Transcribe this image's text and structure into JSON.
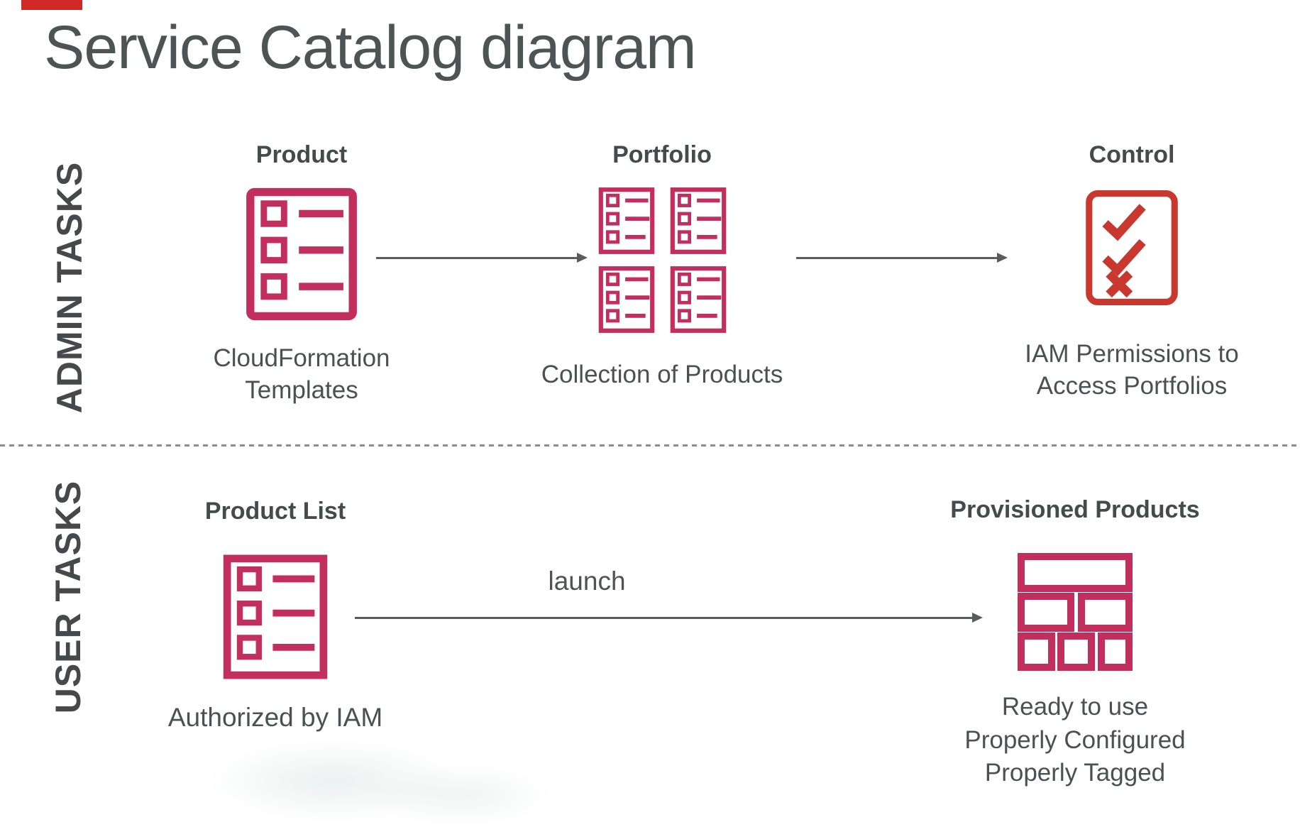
{
  "page": {
    "title": "Service Catalog diagram"
  },
  "colors": {
    "pink": "#c22e5d",
    "red": "#c8382f",
    "text_dark": "#464e50",
    "arrow": "#595b5d"
  },
  "icons": {
    "product": "list-icon",
    "portfolio": "list-icon-grid",
    "control": "checklist-icon",
    "product_list": "list-icon",
    "provisioned": "bricks-icon"
  },
  "admin": {
    "label": "ADMIN TASKS",
    "product": {
      "heading": "Product",
      "caption": "CloudFormation\nTemplates"
    },
    "portfolio": {
      "heading": "Portfolio",
      "caption": "Collection of Products"
    },
    "control": {
      "heading": "Control",
      "caption": "IAM Permissions to\nAccess Portfolios"
    }
  },
  "user": {
    "label": "USER TASKS",
    "product_list": {
      "heading": "Product List",
      "caption": "Authorized by IAM"
    },
    "launch_label": "launch",
    "provisioned": {
      "heading": "Provisioned Products",
      "caption": "Ready to use\nProperly Configured\nProperly Tagged"
    }
  }
}
